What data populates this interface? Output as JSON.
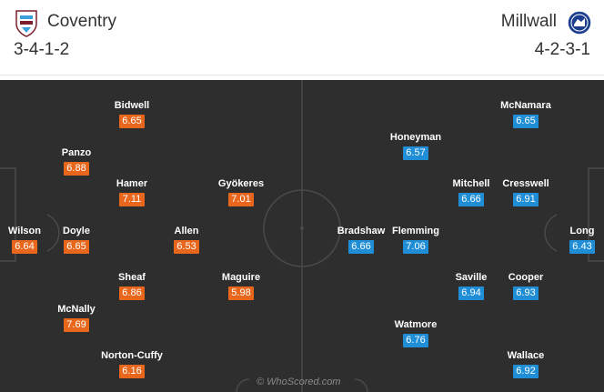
{
  "home": {
    "name": "Coventry",
    "formation": "3-4-1-2",
    "crest_icon": "coventry-crest-icon",
    "rating_color": "#e8671c",
    "players": [
      {
        "name": "Wilson",
        "rating": "6.64"
      },
      {
        "name": "Panzo",
        "rating": "6.88"
      },
      {
        "name": "Doyle",
        "rating": "6.65"
      },
      {
        "name": "McNally",
        "rating": "7.69"
      },
      {
        "name": "Bidwell",
        "rating": "6.65"
      },
      {
        "name": "Hamer",
        "rating": "7.11"
      },
      {
        "name": "Sheaf",
        "rating": "6.86"
      },
      {
        "name": "Norton-Cuffy",
        "rating": "6.16"
      },
      {
        "name": "Allen",
        "rating": "6.53"
      },
      {
        "name": "Gyökeres",
        "rating": "7.01"
      },
      {
        "name": "Maguire",
        "rating": "5.98"
      }
    ]
  },
  "away": {
    "name": "Millwall",
    "formation": "4-2-3-1",
    "crest_icon": "millwall-crest-icon",
    "rating_color": "#1f8ed6",
    "players": [
      {
        "name": "Long",
        "rating": "6.43"
      },
      {
        "name": "McNamara",
        "rating": "6.65"
      },
      {
        "name": "Cresswell",
        "rating": "6.91"
      },
      {
        "name": "Cooper",
        "rating": "6.93"
      },
      {
        "name": "Wallace",
        "rating": "6.92"
      },
      {
        "name": "Mitchell",
        "rating": "6.66"
      },
      {
        "name": "Saville",
        "rating": "6.94"
      },
      {
        "name": "Honeyman",
        "rating": "6.57"
      },
      {
        "name": "Flemming",
        "rating": "7.06"
      },
      {
        "name": "Watmore",
        "rating": "6.76"
      },
      {
        "name": "Bradshaw",
        "rating": "6.66"
      }
    ]
  },
  "watermark": "© WhoScored.com",
  "colors": {
    "pitch": "#2e2e2e",
    "lines": "#4a4a4a"
  }
}
